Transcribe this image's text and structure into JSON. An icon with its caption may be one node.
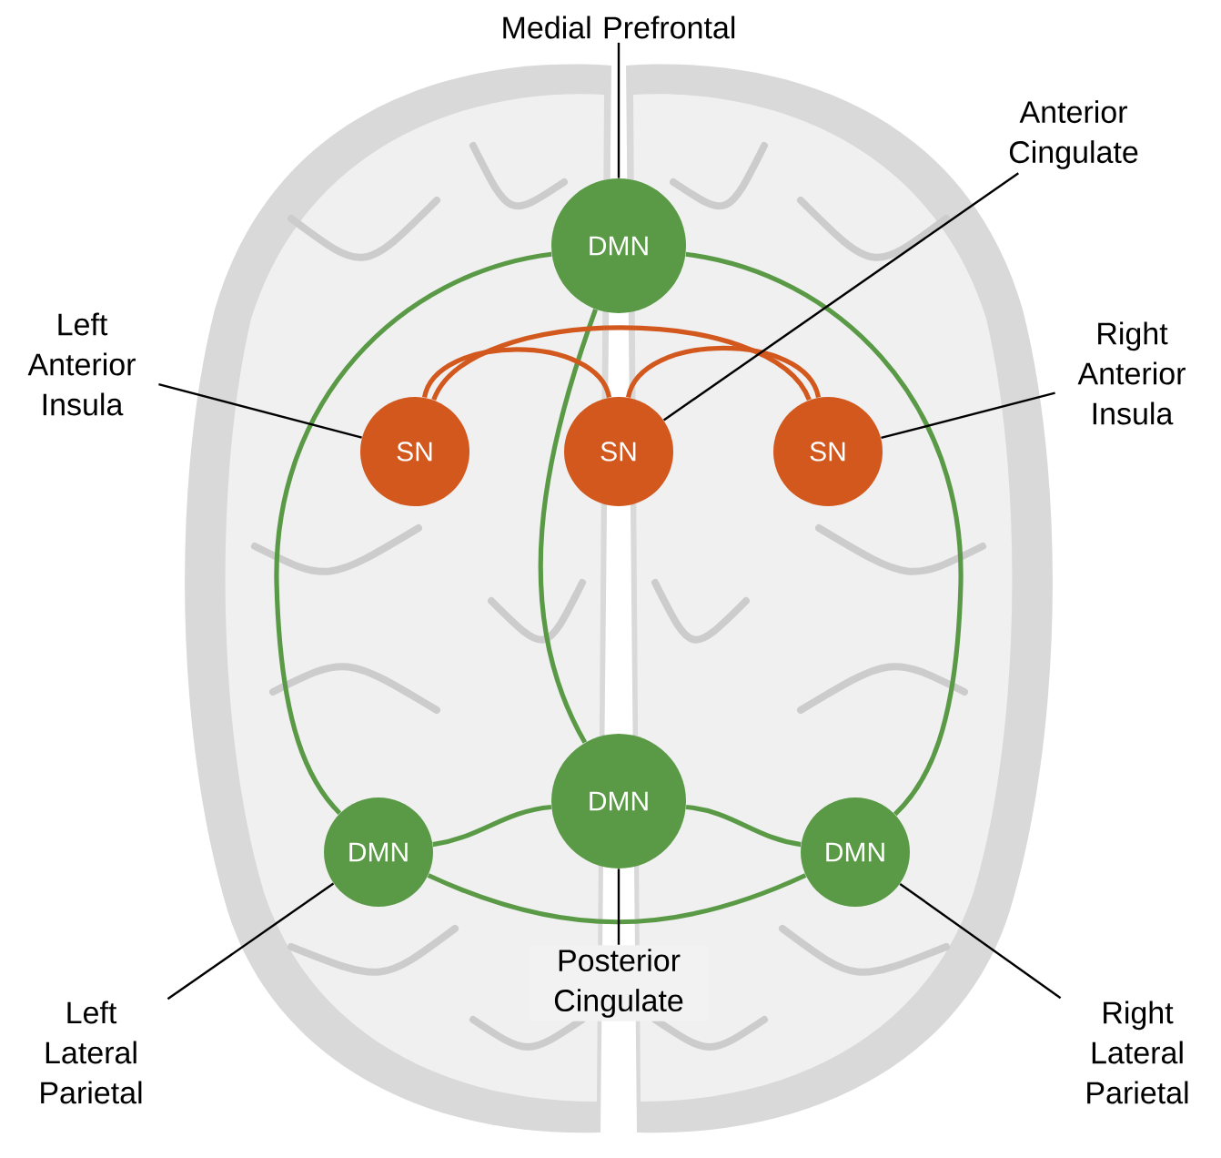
{
  "diagram": {
    "nodes": [
      {
        "text": [
          "DMN"
        ]
      },
      {
        "text": [
          "SN"
        ]
      },
      {
        "text": [
          "SN"
        ]
      },
      {
        "text": [
          "SN"
        ]
      },
      {
        "text": [
          "DMN"
        ]
      },
      {
        "text": [
          "DMN"
        ]
      },
      {
        "text": [
          "DMN"
        ]
      },
      {
        "text": [
          "Medial Prefrontal"
        ]
      },
      {
        "text": [
          "Anterior Cingulate"
        ]
      },
      {
        "text": [
          "Left Anterior Insula"
        ]
      },
      {
        "text": [
          "Right Anterior Insula"
        ]
      },
      {
        "text": [
          "Posterior Cingulate"
        ]
      },
      {
        "text": [
          "Left Lateral Parietal"
        ]
      },
      {
        "text": [
          "Right Lateral Parietal"
        ]
      }
    ],
    "edges": [
      {
        "from": 0,
        "to": 5,
        "arrow": "none",
        "color": "#5a9a46"
      },
      {
        "from": 0,
        "to": 6,
        "arrow": "none",
        "color": "#5a9a46"
      },
      {
        "from": 0,
        "to": 4,
        "arrow": "none",
        "color": "#5a9a46"
      },
      {
        "from": 5,
        "to": 4,
        "arrow": "none",
        "color": "#5a9a46"
      },
      {
        "from": 4,
        "to": 6,
        "arrow": "none",
        "color": "#5a9a46"
      },
      {
        "from": 5,
        "to": 6,
        "arrow": "none",
        "color": "#5a9a46"
      },
      {
        "from": 1,
        "to": 2,
        "arrow": "none",
        "color": "#d2581e"
      },
      {
        "from": 2,
        "to": 3,
        "arrow": "none",
        "color": "#d2581e"
      },
      {
        "from": 1,
        "to": 3,
        "arrow": "none",
        "color": "#d2581e"
      },
      {
        "from": 7,
        "to": 0,
        "arrow": "none"
      },
      {
        "from": 8,
        "to": 2,
        "arrow": "none"
      },
      {
        "from": 9,
        "to": 1,
        "arrow": "none"
      },
      {
        "from": 10,
        "to": 3,
        "arrow": "none"
      },
      {
        "from": 11,
        "to": 4,
        "arrow": "none"
      },
      {
        "from": 12,
        "to": 5,
        "arrow": "none"
      },
      {
        "from": 13,
        "to": 6,
        "arrow": "none"
      }
    ]
  }
}
